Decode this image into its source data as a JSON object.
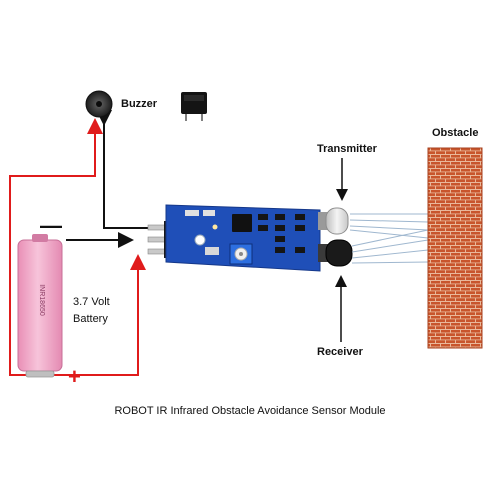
{
  "labels": {
    "buzzer": "Buzzer",
    "transmitter": "Transmitter",
    "receiver": "Receiver",
    "obstacle": "Obstacle",
    "battery_line1": "3.7 Volt",
    "battery_line2": "Battery",
    "minus_sign": "—",
    "plus_sign": "+",
    "caption": "ROBOT IR Infrared Obstacle Avoidance Sensor Module"
  },
  "colors": {
    "wire_red": "#e01b1b",
    "wire_black": "#111111",
    "pcb_blue": "#1f4fb8",
    "battery_pink": "#f2a6c6",
    "brick": "#c8552c",
    "ir_led_dark": "#1a1a1a",
    "ir_led_clear": "#dcdcdc"
  }
}
